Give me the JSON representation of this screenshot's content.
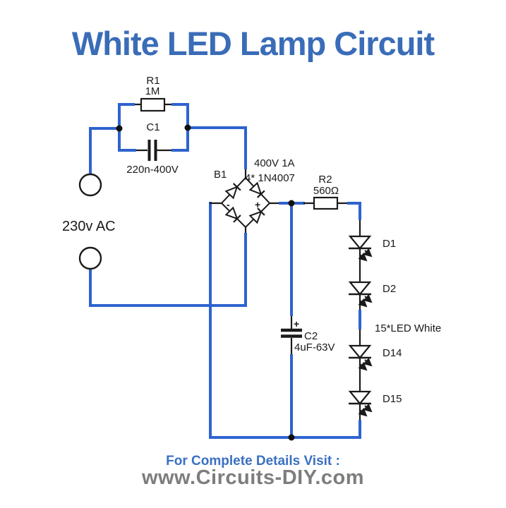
{
  "title": "White LED Lamp Circuit",
  "source": {
    "label": "230v AC"
  },
  "components": {
    "r1": {
      "name": "R1",
      "value": "1M"
    },
    "c1": {
      "name": "C1",
      "value": "220n-400V"
    },
    "b1": {
      "name": "B1",
      "rating": "400V 1A",
      "parts": "4* 1N4007",
      "minus": "-",
      "plus": "+"
    },
    "r2": {
      "name": "R2",
      "value": "560Ω"
    },
    "c2": {
      "name": "C2",
      "value": "4uF-63V",
      "polarity": "+"
    },
    "leds": {
      "d1": "D1",
      "d2": "D2",
      "d14": "D14",
      "d15": "D15",
      "note": "15*LED White"
    }
  },
  "colors": {
    "wire": "#2e63cf",
    "line": "#1a1a1a",
    "title": "#3a6cb8",
    "footer_heading": "#3a70c2",
    "footer_site": "#7d7d7d"
  },
  "footer": {
    "heading": "For Complete Details Visit :",
    "site": "www.Circuits-DIY.com"
  }
}
